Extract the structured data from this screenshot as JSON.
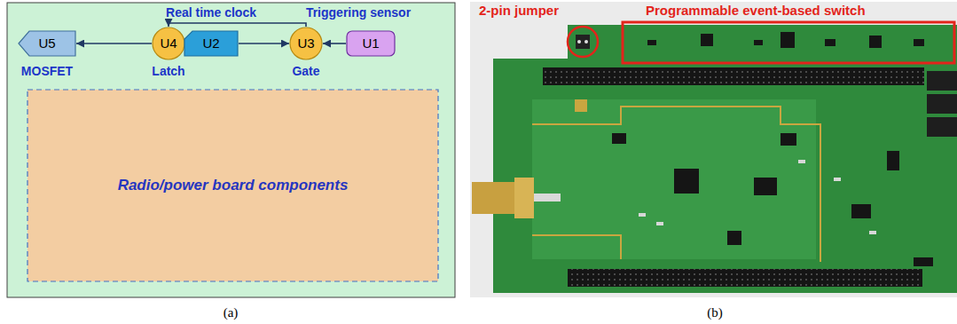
{
  "diagram": {
    "nodes": [
      {
        "text": [
          "U5",
          "MOSFET"
        ]
      },
      {
        "text": [
          "U4",
          "Latch"
        ]
      },
      {
        "text": [
          "U2",
          "Real time clock"
        ]
      },
      {
        "text": [
          "U3",
          "Gate"
        ]
      },
      {
        "text": [
          "U1",
          "Triggering sensor"
        ]
      },
      {
        "text": [
          "Radio/power board components"
        ]
      }
    ],
    "edges": [
      {
        "from": 4,
        "to": 3,
        "arrow": "to"
      },
      {
        "from": 2,
        "to": 3,
        "arrow": "to"
      },
      {
        "from": 3,
        "to": 1,
        "arrow": "to"
      },
      {
        "from": 1,
        "to": 0,
        "arrow": "to"
      }
    ],
    "labels": [
      "2-pin jumper",
      "Programmable event-based switch",
      "(a)",
      "(b)"
    ]
  }
}
